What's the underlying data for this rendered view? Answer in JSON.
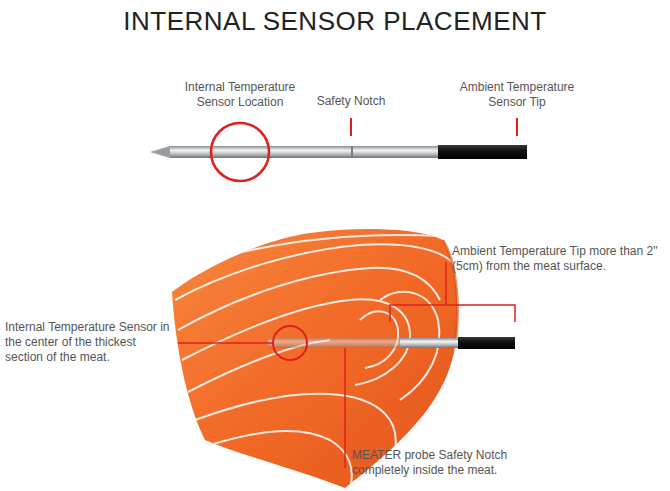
{
  "diagram": {
    "title": "INTERNAL SENSOR PLACEMENT",
    "labels": [
      "Internal Temperature Sensor Location",
      "Safety Notch",
      "Ambient Temperature Sensor Tip",
      "Ambient Temperature Tip more than 2\" (5cm) from the meat surface.",
      "Internal Temperature Sensor in the center of the thickest section of the meat.",
      "MEATER probe Safety Notch completely inside the meat."
    ]
  }
}
